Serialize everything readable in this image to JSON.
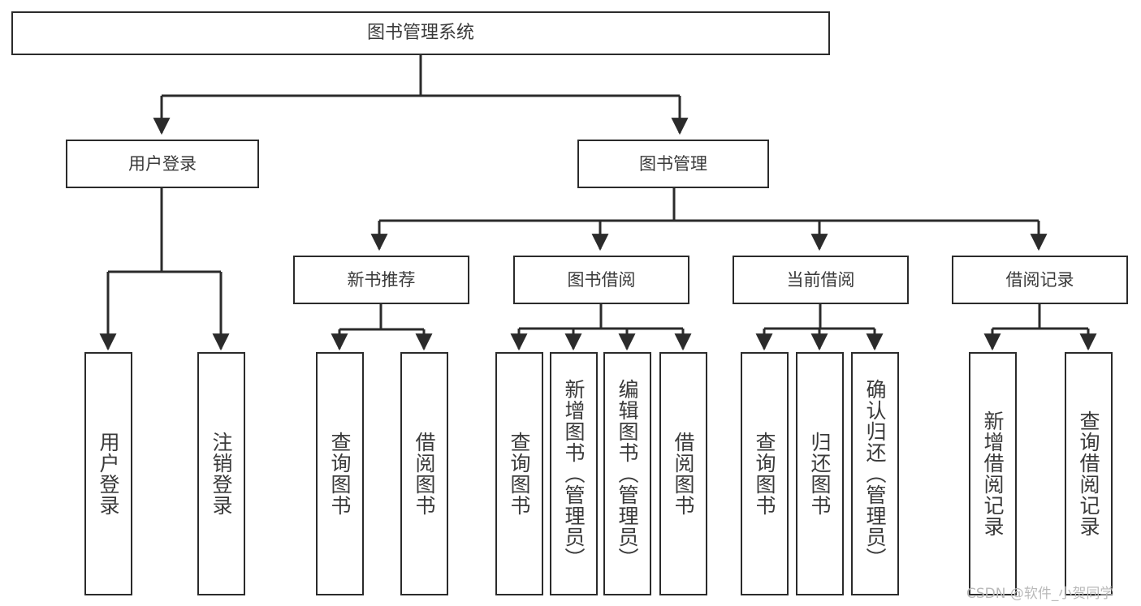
{
  "diagram": {
    "title": "图书管理系统",
    "type": "功能结构图",
    "style": {
      "box_border_color": "#2b2b2b",
      "box_fill_color": "#ffffff",
      "text_color": "#3a3a3a",
      "edge_color": "#2b2b2b",
      "background_color": "#ffffff",
      "watermark_color": "#b9b9b9"
    },
    "root": {
      "id": "root",
      "label": "图书管理系统"
    },
    "level1": [
      {
        "id": "user-login",
        "label": "用户登录"
      },
      {
        "id": "book-management",
        "label": "图书管理"
      }
    ],
    "level2": [
      {
        "id": "new-book-recommend",
        "label": "新书推荐",
        "parent": "book-management"
      },
      {
        "id": "book-borrow",
        "label": "图书借阅",
        "parent": "book-management"
      },
      {
        "id": "current-borrow",
        "label": "当前借阅",
        "parent": "book-management"
      },
      {
        "id": "borrow-record",
        "label": "借阅记录",
        "parent": "book-management"
      }
    ],
    "leaves": {
      "user-login": [
        {
          "id": "leaf-user-login",
          "label": "用户登录"
        },
        {
          "id": "leaf-logout-login",
          "label": "注销登录"
        }
      ],
      "new-book-recommend": [
        {
          "id": "leaf-query-book-1",
          "label": "查询图书"
        },
        {
          "id": "leaf-borrow-book-1",
          "label": "借阅图书"
        }
      ],
      "book-borrow": [
        {
          "id": "leaf-query-book-2",
          "label": "查询图书"
        },
        {
          "id": "leaf-add-book",
          "label": "新增图书（管理员）"
        },
        {
          "id": "leaf-edit-book",
          "label": "编辑图书（管理员）"
        },
        {
          "id": "leaf-borrow-book-2",
          "label": "借阅图书"
        }
      ],
      "current-borrow": [
        {
          "id": "leaf-query-book-3",
          "label": "查询图书"
        },
        {
          "id": "leaf-return-book",
          "label": "归还图书"
        },
        {
          "id": "leaf-confirm-return",
          "label": "确认归还（管理员）"
        }
      ],
      "borrow-record": [
        {
          "id": "leaf-add-record",
          "label": "新增借阅记录"
        },
        {
          "id": "leaf-query-record",
          "label": "查询借阅记录"
        }
      ]
    }
  },
  "watermark": {
    "text": "CSDN @软件_小贺同学"
  }
}
